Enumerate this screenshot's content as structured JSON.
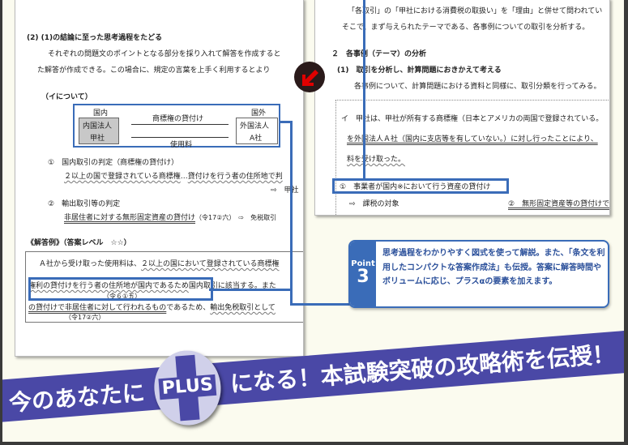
{
  "left_page": {
    "heading": "(2)  (1)の結論に至った思考過程をたどる",
    "para1": "それぞれの問題文のポイントとなる部分を採り入れて解答を作成すると",
    "para2": "た解答が作成できる。この場合に、規定の言葉を上手く利用するとより",
    "sub": "（イについて）",
    "diagram": {
      "domestic": "国内",
      "company_a_l1": "内国法人",
      "company_a_l2": "甲社",
      "foreign": "国外",
      "company_b_l1": "外国法人",
      "company_b_l2": "A社",
      "arrow_top": "商標権の貸付け",
      "arrow_bottom": "使用料"
    },
    "item1_title": "①　国内取引の判定（商標権の貸付け）",
    "item1_text_a": "２以上の国で登録されている商標権",
    "item1_text_b": "…",
    "item1_text_c": "貸付けを行う者の住所地で判",
    "item1_result": "⇨　甲社",
    "item2_title": "②　輸出取引等の判定",
    "item2_text": "非居住者に対する無形固定資産の貸付け",
    "item2_ref": "（令17②六）　⇨　免税取引",
    "answer_heading": "《解答例》（答案レベル　☆☆）",
    "answer_l1a": "Ａ社から受け取った使用料は、",
    "answer_l1b": "２以上の国において登録されている商標権",
    "answer_l2a": "権利の貸付けを行う者の住所地が国内であるため",
    "answer_l2b": "国内取引に該当する。また",
    "answer_ref1": "（令６①五）",
    "answer_l3a": "の貸付けで非居住者に対して行われるもの",
    "answer_l3b": "であるため、",
    "answer_l3c": "輸出免税取引として",
    "answer_ref2": "（令17②六）"
  },
  "right_page": {
    "l1": "「各取引」の「甲社における消費税の取扱い」を「理由」と併せて問われてい",
    "l2": "そこで、まず与えられたテーマである、各事例についての取引を分析する。",
    "h2": "２　各事例（テーマ）の分析",
    "h3": "(1)　取引を分析し、計算問題におきかえて考える",
    "l3": "各事例について、計算問題における資料と同様に、取引分類を行ってみる。",
    "case_a": "イ　甲社は、甲社が所有する商標権（日本とアメリカの両国で登録されている。",
    "case_b": "を外国法人Ａ社（国内に支店等を有していない。）に対し行ったことにより、",
    "case_c": "料を受け取った。",
    "point1": "①　事業者が国内※において行う資産の貸付け",
    "result1": "⇨　課税の対象",
    "point2": "②　無形固定資産等の貸付けで"
  },
  "point_box": {
    "label": "Point",
    "number": "3",
    "text": "思考過程をわかりやすく図式を使って解説。また、「条文を利用したコンパクトな答案作成法」も伝授。答案に解答時間やボリュームに応じ、プラスαの要素を加えます。"
  },
  "banner": {
    "pre": "今のあなたに",
    "logo": "PLUS",
    "post": "になる！本試験突破の攻略術を伝授！"
  },
  "colors": {
    "accent_blue": "#3a6cb8",
    "banner": "#4a48a6",
    "arrow_red": "#e00000"
  }
}
